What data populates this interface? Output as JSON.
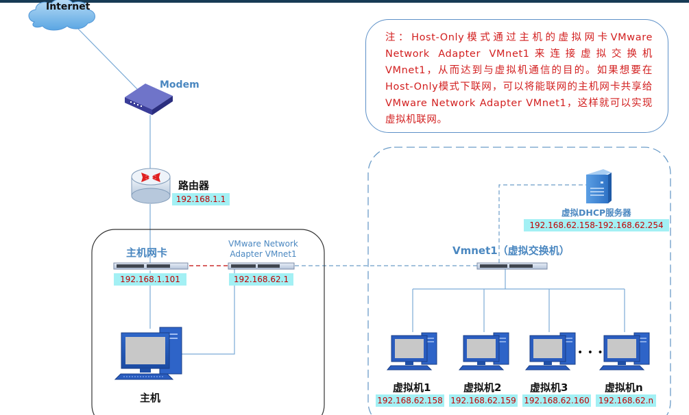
{
  "nodes": {
    "internet": "Internet",
    "modem": "Modem",
    "router": "路由器",
    "router_ip": "192.168.1.1",
    "host_nic": "主机网卡",
    "host_nic_ip": "192.168.1.101",
    "vmnet_adapter_line1": "VMware Network",
    "vmnet_adapter_line2": "Adapter VMnet1",
    "vmnet_adapter_ip": "192.168.62.1",
    "host": "主机",
    "vswitch": "Vmnet1（虚拟交换机）",
    "dhcp_server": "虚拟DHCP服务器",
    "dhcp_range": "192.168.62.158-192.168.62.254",
    "ellipsis": "• • •"
  },
  "vms": [
    {
      "name": "虚拟机1",
      "ip": "192.168.62.158"
    },
    {
      "name": "虚拟机2",
      "ip": "192.168.62.159"
    },
    {
      "name": "虚拟机3",
      "ip": "192.168.62.160"
    },
    {
      "name": "虚拟机n",
      "ip": "192.168.62.n"
    }
  ],
  "note": "注：Host-Only模式通过主机的虚拟网卡VMware Network Adapter VMnet1来连接虚拟交换机VMnet1，从而达到与虚拟机通信的目的。如果想要在Host-Only模式下联网，可以将能联网的主机网卡共享给VMware Network Adapter VMnet1，这样就可以实现虚拟机联网。",
  "colors": {
    "ip_label_bg": "#a3f0f4",
    "ip_text": "#c00000",
    "note_text": "#d21e1e",
    "blue_label": "#4a87c0",
    "link_line": "#7aaad6",
    "red_dashed_link": "#c00000"
  }
}
